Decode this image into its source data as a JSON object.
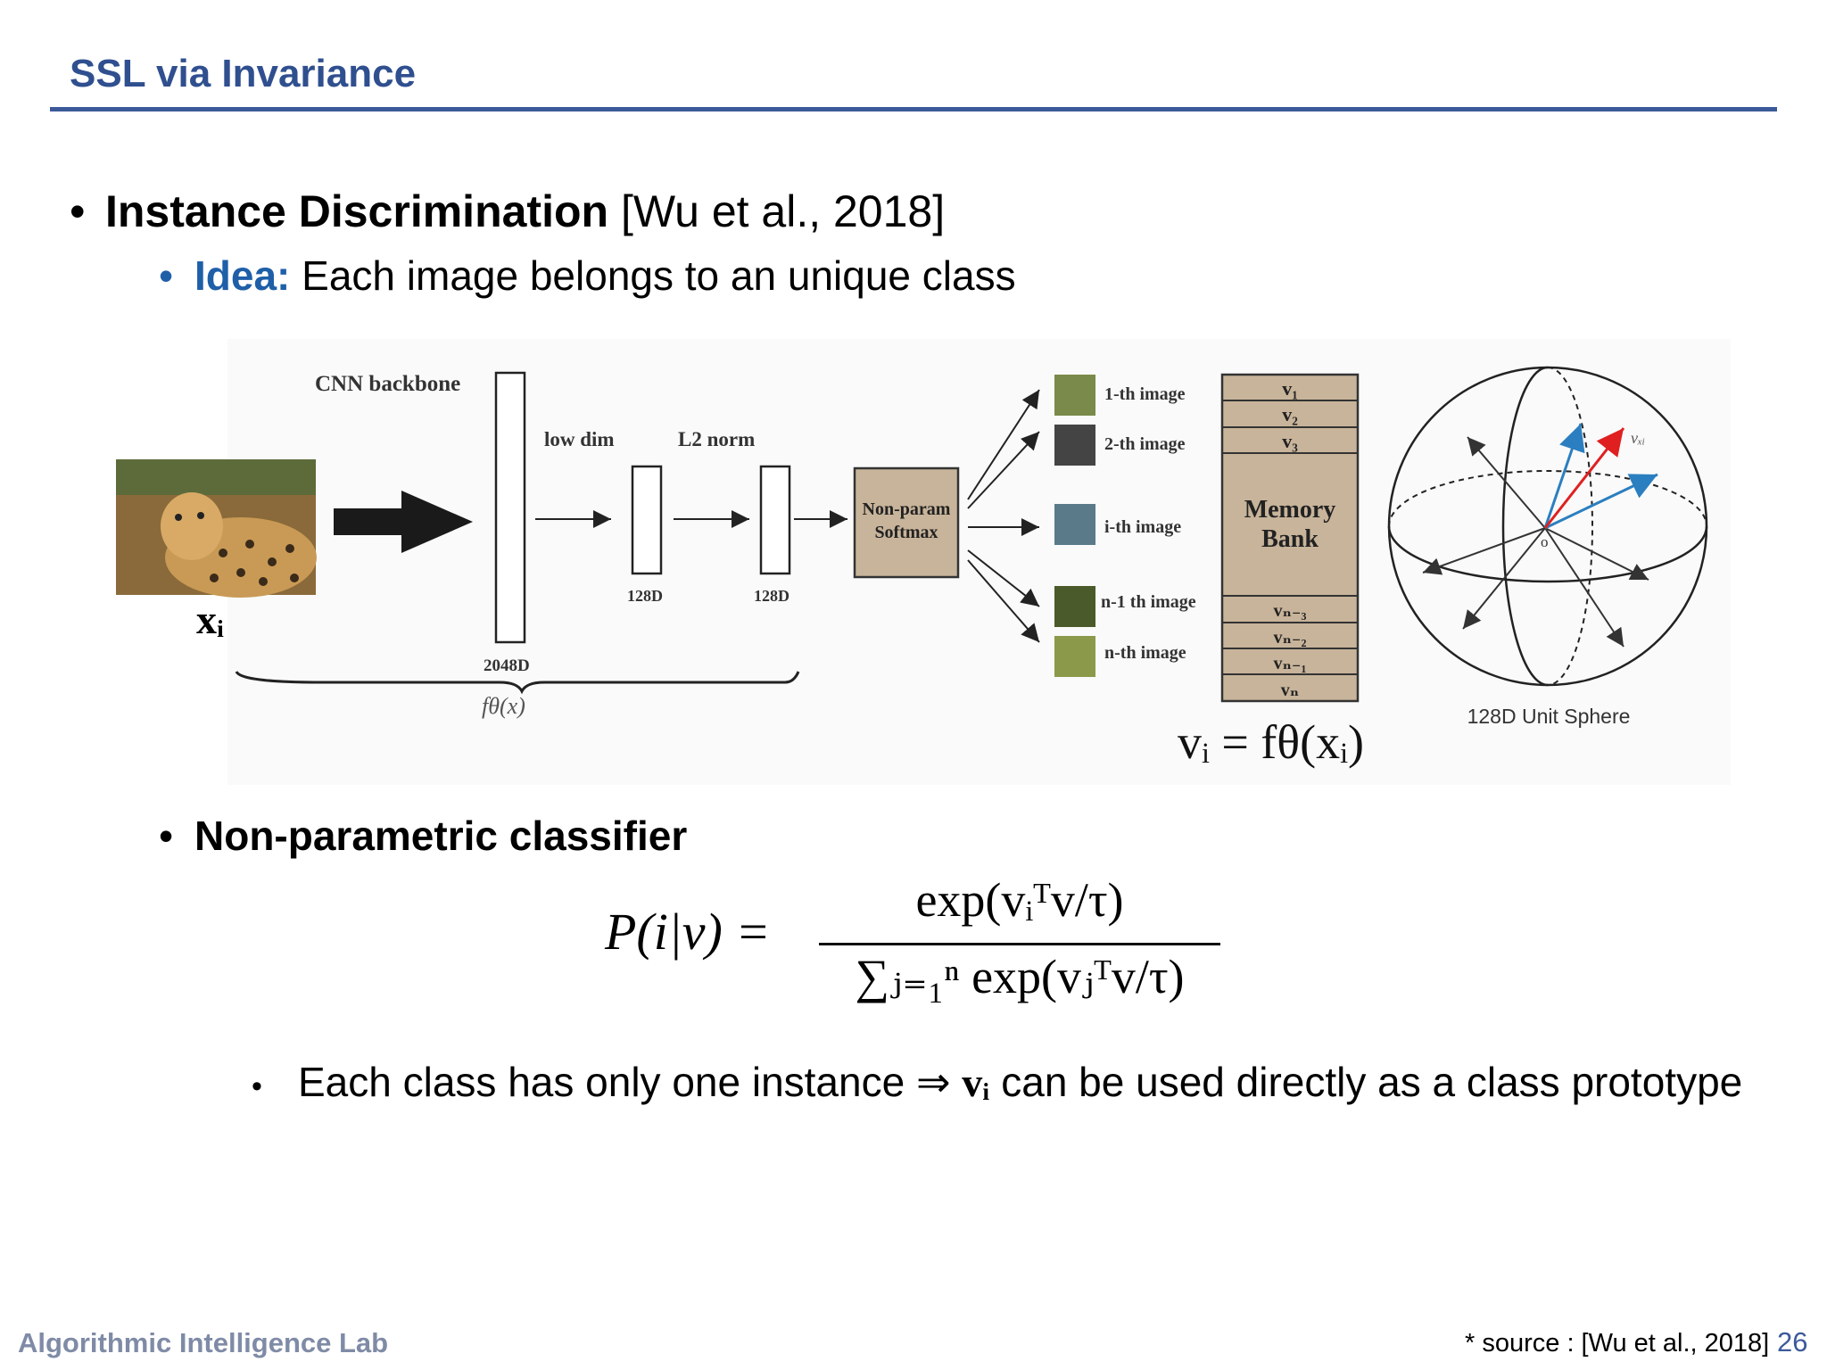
{
  "title": "SSL via Invariance",
  "bullet1": {
    "bold": "Instance Discrimination",
    "ref": " [Wu et al., 2018]"
  },
  "bullet1a": {
    "label": "Idea:",
    "text": " Each image belongs to an unique class"
  },
  "figure": {
    "cnn_label": "CNN backbone",
    "lowdim_label": "low dim",
    "l2_label": "L2 norm",
    "dim_2048": "2048D",
    "dim_128a": "128D",
    "dim_128b": "128D",
    "xi": "xᵢ",
    "ftheta": "fθ(x)",
    "softmax_line1": "Non-param",
    "softmax_line2": "Softmax",
    "images": [
      "1-th image",
      "2-th image",
      "i-th image",
      "n-1 th image",
      "n-th image"
    ],
    "bank_top": [
      "v₁",
      "v₂",
      "v₃"
    ],
    "bank_label_line1": "Memory",
    "bank_label_line2": "Bank",
    "bank_bottom": [
      "vₙ₋₃",
      "vₙ₋₂",
      "vₙ₋₁",
      "vₙ"
    ],
    "sphere_label": "128D Unit Sphere",
    "sphere_vlabel": "vₓᵢ",
    "sphere_origin": "o",
    "equation": "vᵢ = fθ(xᵢ)",
    "colors": {
      "memory_bank": "#c8b49a",
      "softmax": "#c8b49a",
      "red_arrow": "#e02020",
      "blue_arrow": "#2b7fc0"
    }
  },
  "bullet2": {
    "text": "Non-parametric classifier"
  },
  "formula": {
    "lhs": "P(i|v) =",
    "numerator": "exp(vᵢᵀv/τ)",
    "denominator": "∑ⱼ₌₁ⁿ exp(vⱼᵀv/τ)"
  },
  "bullet3": {
    "pre": "Each class has only one instance ⇒ ",
    "v": "vᵢ",
    "post": " can be used directly as a class prototype"
  },
  "footer": {
    "lab": "Algorithmic Intelligence Lab",
    "source": "* source : [Wu et al., 2018]",
    "page": "26"
  }
}
